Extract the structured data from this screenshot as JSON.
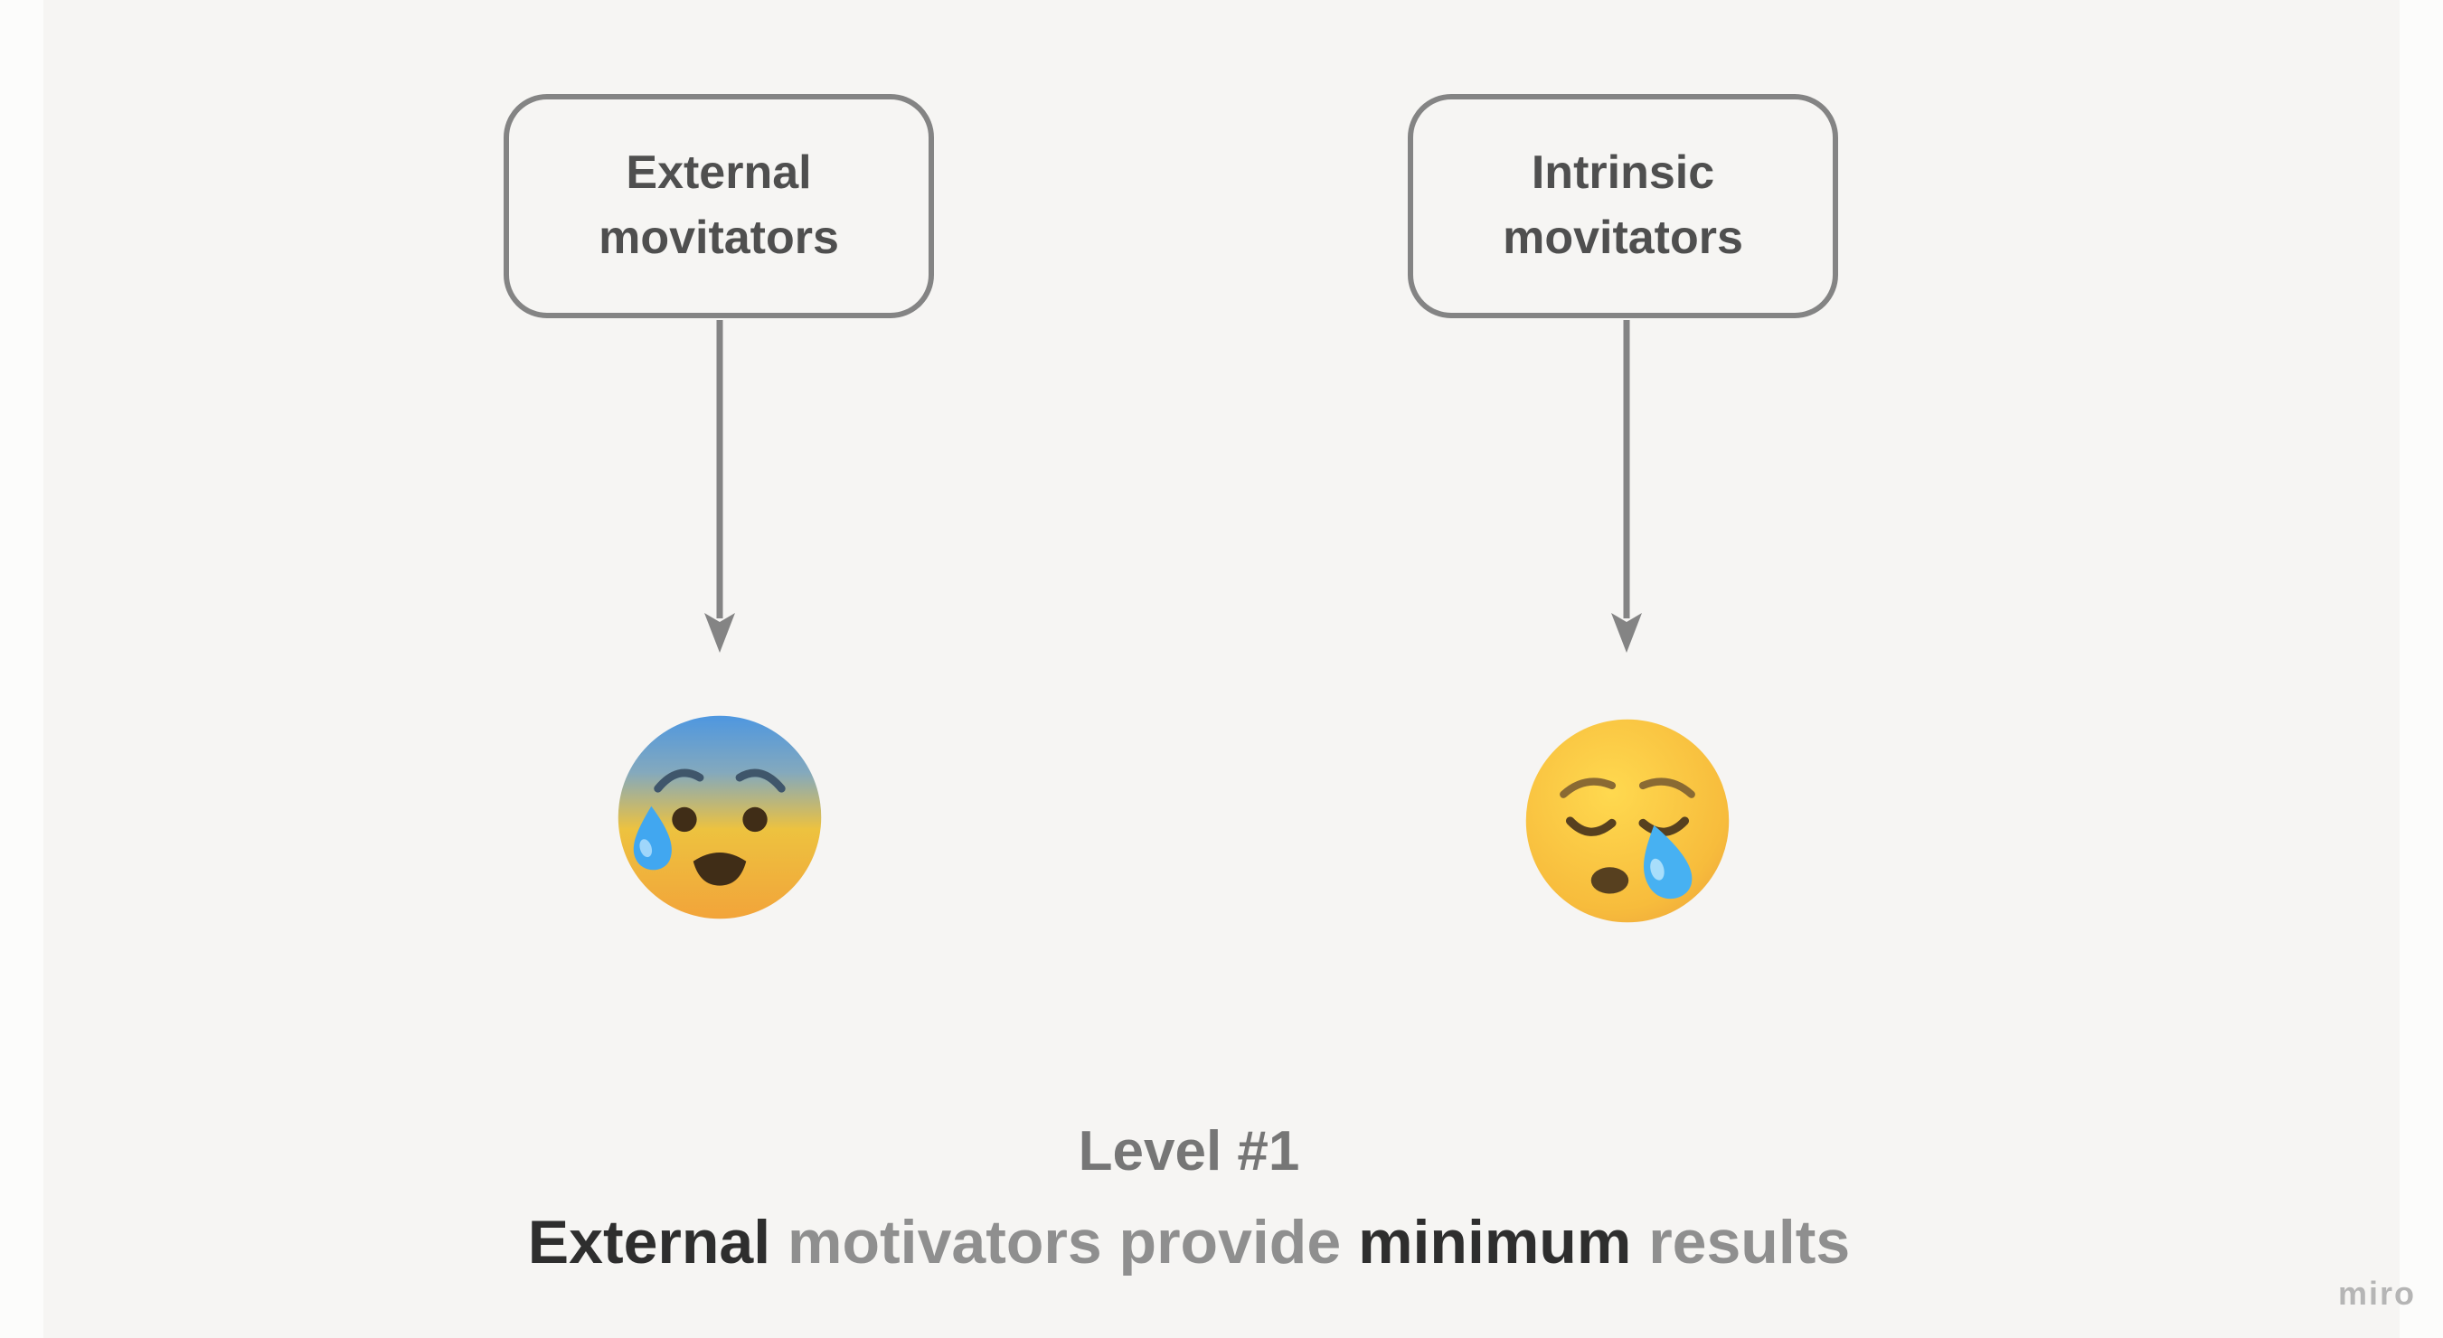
{
  "diagram": {
    "boxes": [
      {
        "id": "external",
        "lines": [
          "External",
          "movitators"
        ]
      },
      {
        "id": "intrinsic",
        "lines": [
          "Intrinsic",
          "movitators"
        ]
      }
    ],
    "connectors": [
      {
        "from": "external-box",
        "to": "anxious-face-with-sweat-emoji",
        "direction": "down"
      },
      {
        "from": "intrinsic-box",
        "to": "sleepy-face-emoji",
        "direction": "down"
      }
    ],
    "emojis": [
      {
        "name": "anxious-face-with-sweat-emoji"
      },
      {
        "name": "sleepy-face-emoji"
      }
    ]
  },
  "caption": {
    "line1": "Level #1",
    "line2_parts": [
      {
        "text": "External ",
        "emphasis": true
      },
      {
        "text": "motivators provide ",
        "emphasis": false
      },
      {
        "text": "minimum ",
        "emphasis": true
      },
      {
        "text": "results",
        "emphasis": false
      }
    ]
  },
  "watermark": {
    "label": "miro"
  },
  "colors": {
    "background": "#f6f5f3",
    "box_border": "#848484",
    "box_text": "#4f4f4f",
    "arrow": "#848484",
    "caption_strong": "#2e2e2e",
    "caption_muted": "#8f8f8f",
    "watermark": "#b5b5b5"
  }
}
